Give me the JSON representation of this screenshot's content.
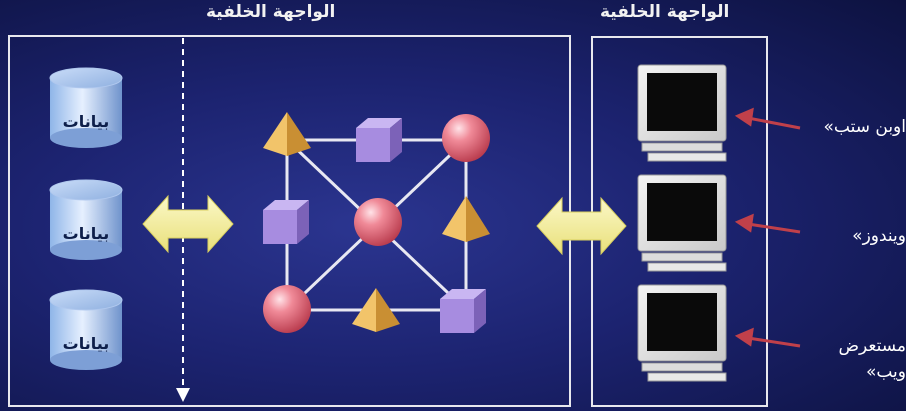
{
  "titles": {
    "middle": "الواجهة الخلفية",
    "right": "الواجهة الخلفية"
  },
  "databases": [
    {
      "label": "بيانات"
    },
    {
      "label": "بيانات"
    },
    {
      "label": "بيانات"
    }
  ],
  "clients": [
    {
      "label": "اوبن ستب»"
    },
    {
      "label": "ويندوز»"
    },
    {
      "label_line1": "مستعرض",
      "label_line2": "ويب»"
    }
  ],
  "colors": {
    "background": "#1c2370",
    "frame": "#e8e8ee",
    "arrow_yellow": "#f4ef9a",
    "cube_purple": "#9a7fd6",
    "sphere_pink": "#e8707f",
    "pyramid_gold": "#e8b856",
    "pointer_red": "#c0404a"
  },
  "icons": [
    "database-cylinder-icon",
    "double-arrow-icon",
    "cube-icon",
    "sphere-icon",
    "pyramid-icon",
    "monitor-icon",
    "pointer-arrow-icon"
  ]
}
